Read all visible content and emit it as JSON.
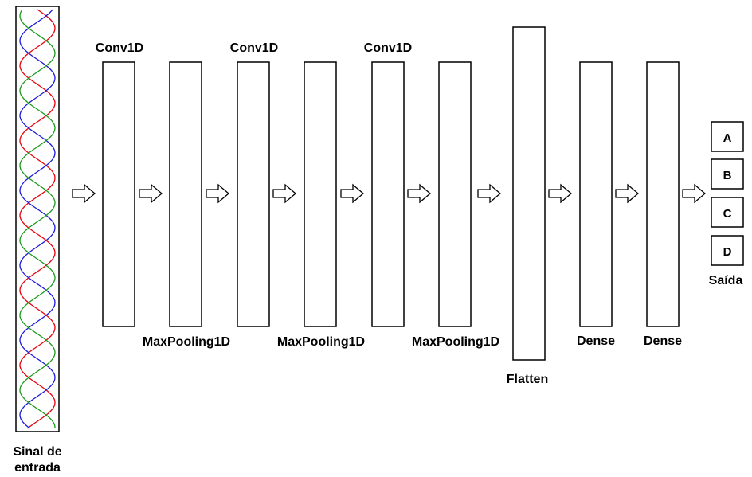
{
  "input": {
    "label_line1": "Sinal de",
    "label_line2": "entrada",
    "wave_colors": [
      "#e8000b",
      "#1a1adb",
      "#1a9a1a"
    ]
  },
  "layers": [
    {
      "label": "Conv1D"
    },
    {
      "label": "MaxPooling1D"
    },
    {
      "label": "Conv1D"
    },
    {
      "label": "MaxPooling1D"
    },
    {
      "label": "Conv1D"
    },
    {
      "label": "MaxPooling1D"
    },
    {
      "label": "Flatten"
    },
    {
      "label": "Dense"
    },
    {
      "label": "Dense"
    }
  ],
  "output": {
    "classes": [
      "A",
      "B",
      "C",
      "D"
    ],
    "label": "Saída"
  }
}
